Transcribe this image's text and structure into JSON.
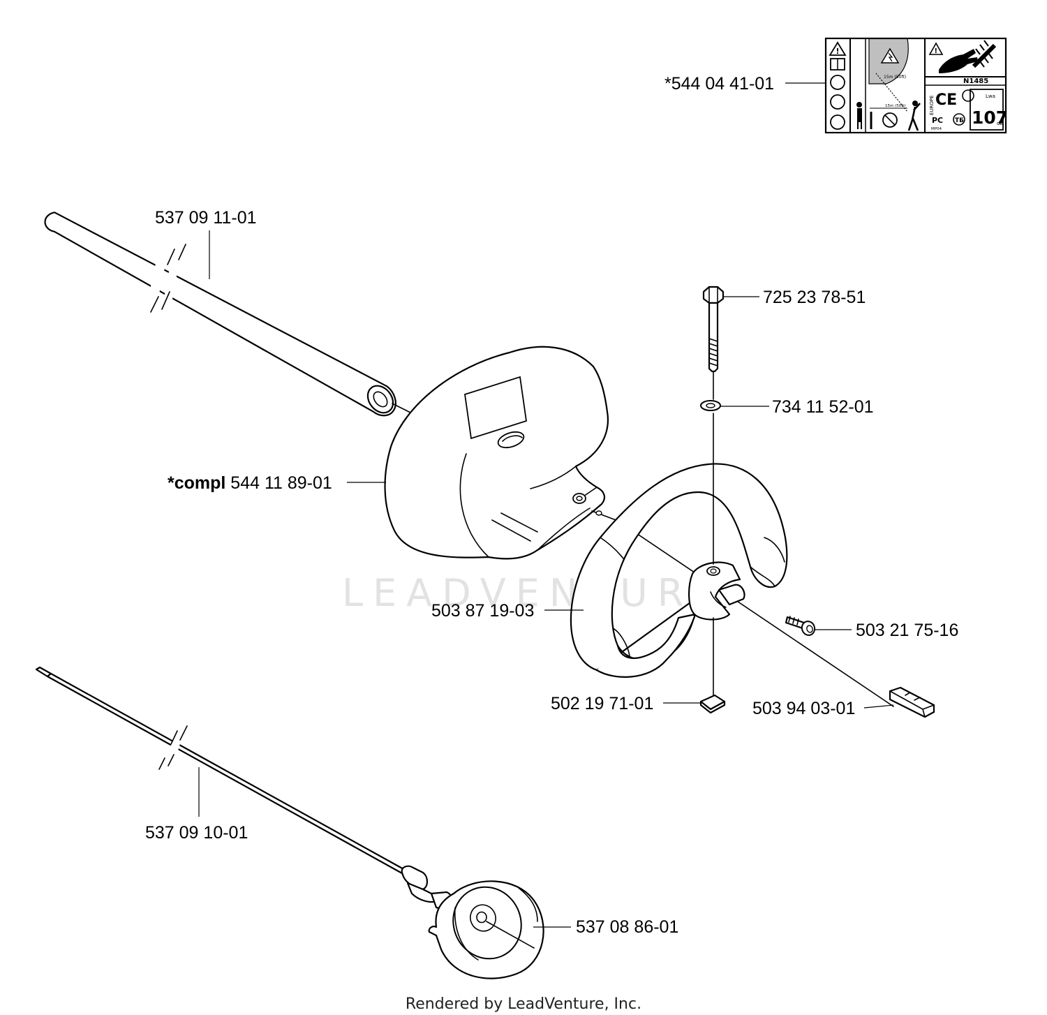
{
  "parts": [
    {
      "id": "decal",
      "number": "*544 04 41-01"
    },
    {
      "id": "shaft_tube",
      "number": "537 09 11-01"
    },
    {
      "id": "bolt",
      "number": "725 23 78-51"
    },
    {
      "id": "washer",
      "number": "734 11 52-01"
    },
    {
      "id": "guard",
      "prefix": "*compl",
      "number": " 544 11 89-01"
    },
    {
      "id": "handle",
      "number": "503 87 19-03"
    },
    {
      "id": "screw",
      "number": "503 21 75-16"
    },
    {
      "id": "nut",
      "number": "502 19 71-01"
    },
    {
      "id": "spacer",
      "number": "503 94 03-01"
    },
    {
      "id": "drive_shaft",
      "number": "537 09 10-01"
    },
    {
      "id": "bearing_housing",
      "number": "537 08 86-01"
    }
  ],
  "decal": {
    "mark": "N1485",
    "dist_1": "15m (50ft)",
    "dist_2": "15m (50ft)",
    "europe": "EUROPE",
    "ce": "CE",
    "gost": "PC",
    "gost_2": "TБ",
    "code": "MP04",
    "lwa": "Lwa",
    "db_value": "107",
    "db_unit": "dB"
  },
  "watermark": "LEADVENTURE",
  "footer": {
    "credit": "Rendered by LeadVenture, Inc."
  }
}
